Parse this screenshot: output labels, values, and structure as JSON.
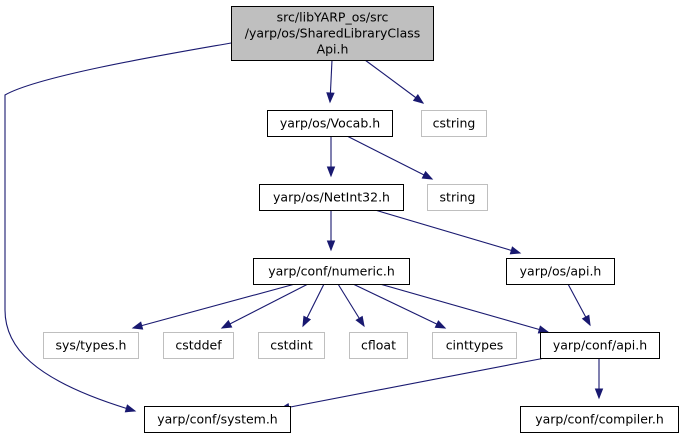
{
  "diagram": {
    "colors": {
      "edge": "#191970",
      "root_fill": "#bfbfbf",
      "local_border": "#000000",
      "system_border": "#bfbfbf"
    },
    "nodes": [
      {
        "id": "root",
        "kind": "root",
        "lines": [
          "src/libYARP_os/src",
          "/yarp/os/SharedLibraryClass",
          "Api.h"
        ]
      },
      {
        "id": "vocab",
        "kind": "local",
        "lines": [
          "yarp/os/Vocab.h"
        ]
      },
      {
        "id": "cstring",
        "kind": "system",
        "lines": [
          "cstring"
        ]
      },
      {
        "id": "string",
        "kind": "system",
        "lines": [
          "string"
        ]
      },
      {
        "id": "netint32",
        "kind": "local",
        "lines": [
          "yarp/os/NetInt32.h"
        ]
      },
      {
        "id": "numeric",
        "kind": "local",
        "lines": [
          "yarp/conf/numeric.h"
        ]
      },
      {
        "id": "osapi",
        "kind": "local",
        "lines": [
          "yarp/os/api.h"
        ]
      },
      {
        "id": "systypes",
        "kind": "system",
        "lines": [
          "sys/types.h"
        ]
      },
      {
        "id": "cstddef",
        "kind": "system",
        "lines": [
          "cstddef"
        ]
      },
      {
        "id": "cstdint",
        "kind": "system",
        "lines": [
          "cstdint"
        ]
      },
      {
        "id": "cfloat",
        "kind": "system",
        "lines": [
          "cfloat"
        ]
      },
      {
        "id": "cinttypes",
        "kind": "system",
        "lines": [
          "cinttypes"
        ]
      },
      {
        "id": "confapi",
        "kind": "local",
        "lines": [
          "yarp/conf/api.h"
        ]
      },
      {
        "id": "system",
        "kind": "local",
        "lines": [
          "yarp/conf/system.h"
        ]
      },
      {
        "id": "compiler",
        "kind": "local",
        "lines": [
          "yarp/conf/compiler.h"
        ]
      }
    ],
    "edges": [
      {
        "from": "root",
        "to": "vocab"
      },
      {
        "from": "root",
        "to": "cstring"
      },
      {
        "from": "root",
        "to": "system"
      },
      {
        "from": "vocab",
        "to": "netint32"
      },
      {
        "from": "vocab",
        "to": "string"
      },
      {
        "from": "netint32",
        "to": "numeric"
      },
      {
        "from": "netint32",
        "to": "osapi"
      },
      {
        "from": "numeric",
        "to": "systypes"
      },
      {
        "from": "numeric",
        "to": "cstddef"
      },
      {
        "from": "numeric",
        "to": "cstdint"
      },
      {
        "from": "numeric",
        "to": "cfloat"
      },
      {
        "from": "numeric",
        "to": "cinttypes"
      },
      {
        "from": "numeric",
        "to": "confapi"
      },
      {
        "from": "osapi",
        "to": "confapi"
      },
      {
        "from": "confapi",
        "to": "system"
      },
      {
        "from": "confapi",
        "to": "compiler"
      }
    ]
  }
}
